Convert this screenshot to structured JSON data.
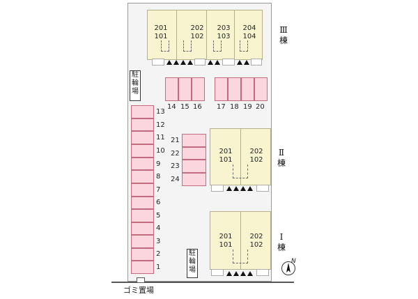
{
  "buildings": {
    "b3": {
      "name_line1": "Ⅲ",
      "name_line2": "棟",
      "units": [
        {
          "upper": "201",
          "lower": "101"
        },
        {
          "upper": "202",
          "lower": "102"
        },
        {
          "upper": "203",
          "lower": "103"
        },
        {
          "upper": "204",
          "lower": "104"
        }
      ]
    },
    "b2": {
      "name_line1": "Ⅱ",
      "name_line2": "棟",
      "units": [
        {
          "upper": "201",
          "lower": "101"
        },
        {
          "upper": "202",
          "lower": "102"
        }
      ]
    },
    "b1": {
      "name_line1": "Ⅰ",
      "name_line2": "棟",
      "units": [
        {
          "upper": "201",
          "lower": "101"
        },
        {
          "upper": "202",
          "lower": "102"
        }
      ]
    }
  },
  "parking": {
    "left_column": [
      "13",
      "12",
      "11",
      "10",
      "9",
      "8",
      "7",
      "6",
      "5",
      "4",
      "3",
      "2",
      "1"
    ],
    "row_a": [
      "14",
      "15",
      "16"
    ],
    "row_b": [
      "17",
      "18",
      "19",
      "20"
    ],
    "middle_column": [
      "21",
      "22",
      "23",
      "24"
    ]
  },
  "bicycle_parking": {
    "top": [
      "駐",
      "輪",
      "場"
    ],
    "bottom": [
      "駐",
      "輪",
      "場"
    ]
  },
  "garbage": "ゴミ置場",
  "north": "N",
  "colors": {
    "building": "#f7f4cf",
    "parking": "#fbd6df",
    "parking_border": "#c46a80"
  }
}
